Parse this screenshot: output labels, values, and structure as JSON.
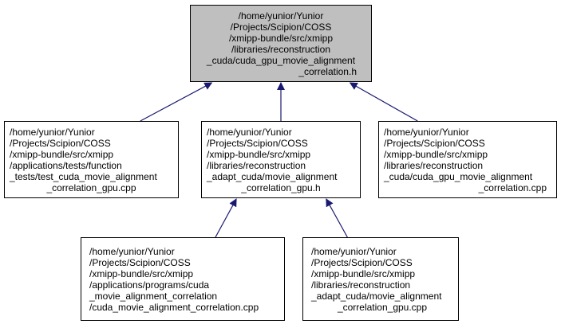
{
  "colors": {
    "edge": "#191970",
    "focus_fill": "#bfbfbf",
    "node_fill": "#ffffff",
    "border": "#000000"
  },
  "nodes": {
    "root": {
      "lines": [
        "/home/yunior/Yunior",
        "/Projects/Scipion/COSS",
        "/xmipp-bundle/src/xmipp",
        "/libraries/reconstruction",
        "_cuda/cuda_gpu_movie_alignment",
        "_correlation.h"
      ]
    },
    "test_cpp": {
      "lines": [
        "/home/yunior/Yunior",
        "/Projects/Scipion/COSS",
        "/xmipp-bundle/src/xmipp",
        "/applications/tests/function",
        "_tests/test_cuda_movie_alignment",
        "_correlation_gpu.cpp"
      ]
    },
    "adapt_h": {
      "lines": [
        "/home/yunior/Yunior",
        "/Projects/Scipion/COSS",
        "/xmipp-bundle/src/xmipp",
        "/libraries/reconstruction",
        "_adapt_cuda/movie_alignment",
        "_correlation_gpu.h"
      ]
    },
    "cuda_cpp": {
      "lines": [
        "/home/yunior/Yunior",
        "/Projects/Scipion/COSS",
        "/xmipp-bundle/src/xmipp",
        "/libraries/reconstruction",
        "_cuda/cuda_gpu_movie_alignment",
        "_correlation.cpp"
      ]
    },
    "program_cpp": {
      "lines": [
        "/home/yunior/Yunior",
        "/Projects/Scipion/COSS",
        "/xmipp-bundle/src/xmipp",
        "/applications/programs/cuda",
        "_movie_alignment_correlation",
        "/cuda_movie_alignment_correlation.cpp"
      ]
    },
    "adapt_cpp": {
      "lines": [
        "/home/yunior/Yunior",
        "/Projects/Scipion/COSS",
        "/xmipp-bundle/src/xmipp",
        "/libraries/reconstruction",
        "_adapt_cuda/movie_alignment",
        "_correlation_gpu.cpp"
      ]
    }
  },
  "edges": [
    {
      "from": "test_cpp",
      "to": "root"
    },
    {
      "from": "adapt_h",
      "to": "root"
    },
    {
      "from": "cuda_cpp",
      "to": "root"
    },
    {
      "from": "program_cpp",
      "to": "adapt_h"
    },
    {
      "from": "adapt_cpp",
      "to": "adapt_h"
    }
  ]
}
